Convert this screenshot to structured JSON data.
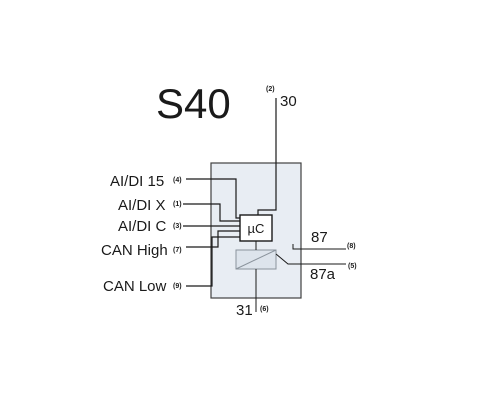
{
  "title": "S40",
  "microcontroller_label": "µC",
  "colors": {
    "module_fill": "#e8edf3",
    "module_stroke": "#404040",
    "relay_fill": "#dde4ec",
    "relay_stroke": "#8a939c",
    "wire": "#1a1a1a"
  },
  "inputs": [
    {
      "label": "AI/DI 15",
      "pin": "(4)"
    },
    {
      "label": "AI/DI X",
      "pin": "(1)"
    },
    {
      "label": "AI/DI C",
      "pin": "(3)"
    },
    {
      "label": "CAN High",
      "pin": "(7)"
    },
    {
      "label": "CAN Low",
      "pin": "(9)"
    }
  ],
  "terminals": {
    "t30": {
      "label": "30",
      "pin": "(2)"
    },
    "t87": {
      "label": "87",
      "pin": "(8)"
    },
    "t87a": {
      "label": "87a",
      "pin": "(5)"
    },
    "t31": {
      "label": "31",
      "pin": "(6)"
    }
  }
}
